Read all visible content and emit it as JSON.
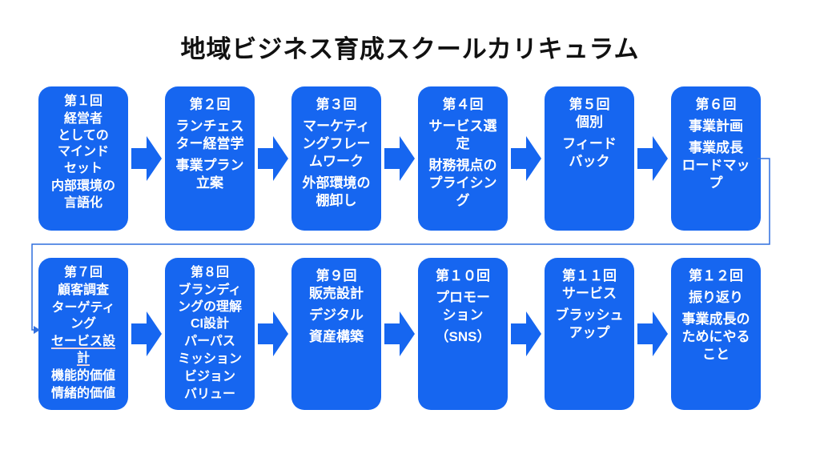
{
  "title": "地域ビジネス育成スクールカリキュラム",
  "colors": {
    "box": "#1666f0",
    "arrow": "#1666f0",
    "box_text": "#ffffff",
    "title_text": "#111111",
    "connector": "#2f6ede",
    "underline": "#eed3dc",
    "background": "#ffffff"
  },
  "icons": {
    "flow_arrow": "right-block-arrow",
    "connector_arrowhead": "small-right-arrowhead"
  },
  "rows": [
    {
      "boxes": [
        {
          "lines": [
            {
              "text": "第１回"
            },
            {
              "text": "経営者\nとしての\nマインド\nセット"
            },
            {
              "text": "内部環境の\n言語化"
            }
          ]
        },
        {
          "lines": [
            {
              "text": "第２回"
            },
            {
              "text": "ランチェス\nター経営学"
            },
            {
              "text": "事業プラン\n立案"
            }
          ]
        },
        {
          "lines": [
            {
              "text": "第３回"
            },
            {
              "text": "マーケティ\nングフレー\nムワーク"
            },
            {
              "text": "外部環境の\n棚卸し"
            }
          ]
        },
        {
          "lines": [
            {
              "text": "第４回"
            },
            {
              "text": "サービス選\n定"
            },
            {
              "text": "財務視点の\nプライシン\nグ"
            }
          ]
        },
        {
          "lines": [
            {
              "text": "第５回\n個別"
            },
            {
              "text": "フィード\nバック"
            }
          ]
        },
        {
          "lines": [
            {
              "text": "第６回"
            },
            {
              "text": "事業計画"
            },
            {
              "text": "事業成長\nロードマッ\nプ"
            }
          ]
        }
      ]
    },
    {
      "boxes": [
        {
          "lines": [
            {
              "text": "第７回"
            },
            {
              "text": "顧客調査"
            },
            {
              "text": "ターゲティ\nング"
            },
            {
              "text": "セービス設\n計",
              "underline": true
            },
            {
              "text": "機能的価値"
            },
            {
              "text": "情緒的価値"
            }
          ]
        },
        {
          "lines": [
            {
              "text": "第８回"
            },
            {
              "text": "ブランディ\nングの理解"
            },
            {
              "text": "CI設計"
            },
            {
              "text": "パーパス"
            },
            {
              "text": "ミッション"
            },
            {
              "text": "ビジョン"
            },
            {
              "text": "バリュー"
            }
          ]
        },
        {
          "lines": [
            {
              "text": "第９回\n販売設計"
            },
            {
              "text": "デジタル"
            },
            {
              "text": "資産構築"
            }
          ]
        },
        {
          "lines": [
            {
              "text": "第１０回"
            },
            {
              "text": "プロモー\nション"
            },
            {
              "text": "（SNS）"
            }
          ]
        },
        {
          "lines": [
            {
              "text": "第１１回\nサービス"
            },
            {
              "text": "ブラッシュ\nアップ"
            }
          ]
        },
        {
          "lines": [
            {
              "text": "第１２回"
            },
            {
              "text": "振り返り"
            },
            {
              "text": "事業成長の\nためにやる\nこと"
            }
          ]
        }
      ]
    }
  ]
}
